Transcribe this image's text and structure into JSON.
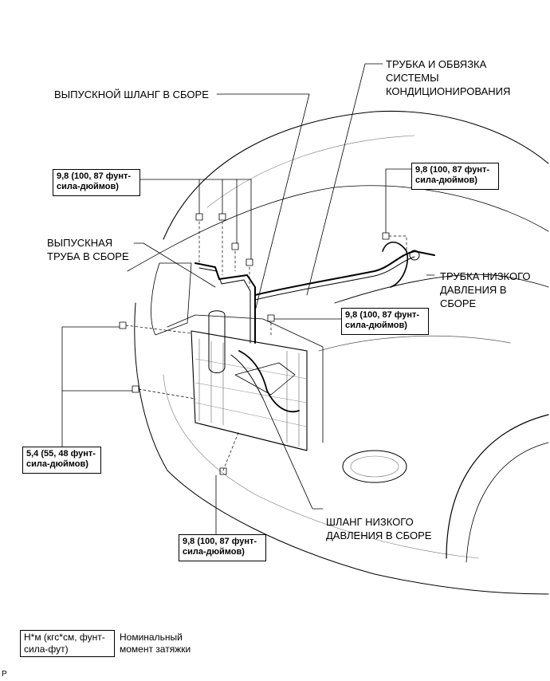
{
  "labels": {
    "ac_tube": [
      "ТРУБКА И ОБВЯЗКА",
      "СИСТЕМЫ",
      "КОНДИЦИОНИРОВАНИЯ"
    ],
    "discharge_hose": "ВЫПУСКНОЙ ШЛАНГ В СБОРЕ",
    "discharge_pipe": [
      "ВЫПУСКНАЯ",
      "ТРУБА В СБОРЕ"
    ],
    "low_pressure_tube": [
      "ТРУБКА НИЗКОГО",
      "ДАВЛЕНИЯ В",
      "СБОРЕ"
    ],
    "low_pressure_hose": [
      "ШЛАНГ НИЗКОГО",
      "ДАВЛЕНИЯ В СБОРЕ"
    ]
  },
  "torque_specs": {
    "top_left": [
      "9,8 (100, 87 фунт-",
      "сила-дюймов)"
    ],
    "top_right": [
      "9,8 (100, 87 фунт-",
      "сила-дюймов)"
    ],
    "middle": [
      "9,8 (100, 87 фунт-",
      "сила-дюймов)"
    ],
    "left": [
      "5,4 (55, 48 фунт-",
      "сила-дюймов)"
    ],
    "bottom": [
      "9,8 (100, 87 фунт-",
      "сила-дюймов)"
    ]
  },
  "legend": {
    "unit": [
      "Н*м (кгс*см, фунт-",
      "сила-фут)"
    ],
    "description": [
      "Номинальный",
      "момент затяжки"
    ]
  },
  "figure_code": "P"
}
